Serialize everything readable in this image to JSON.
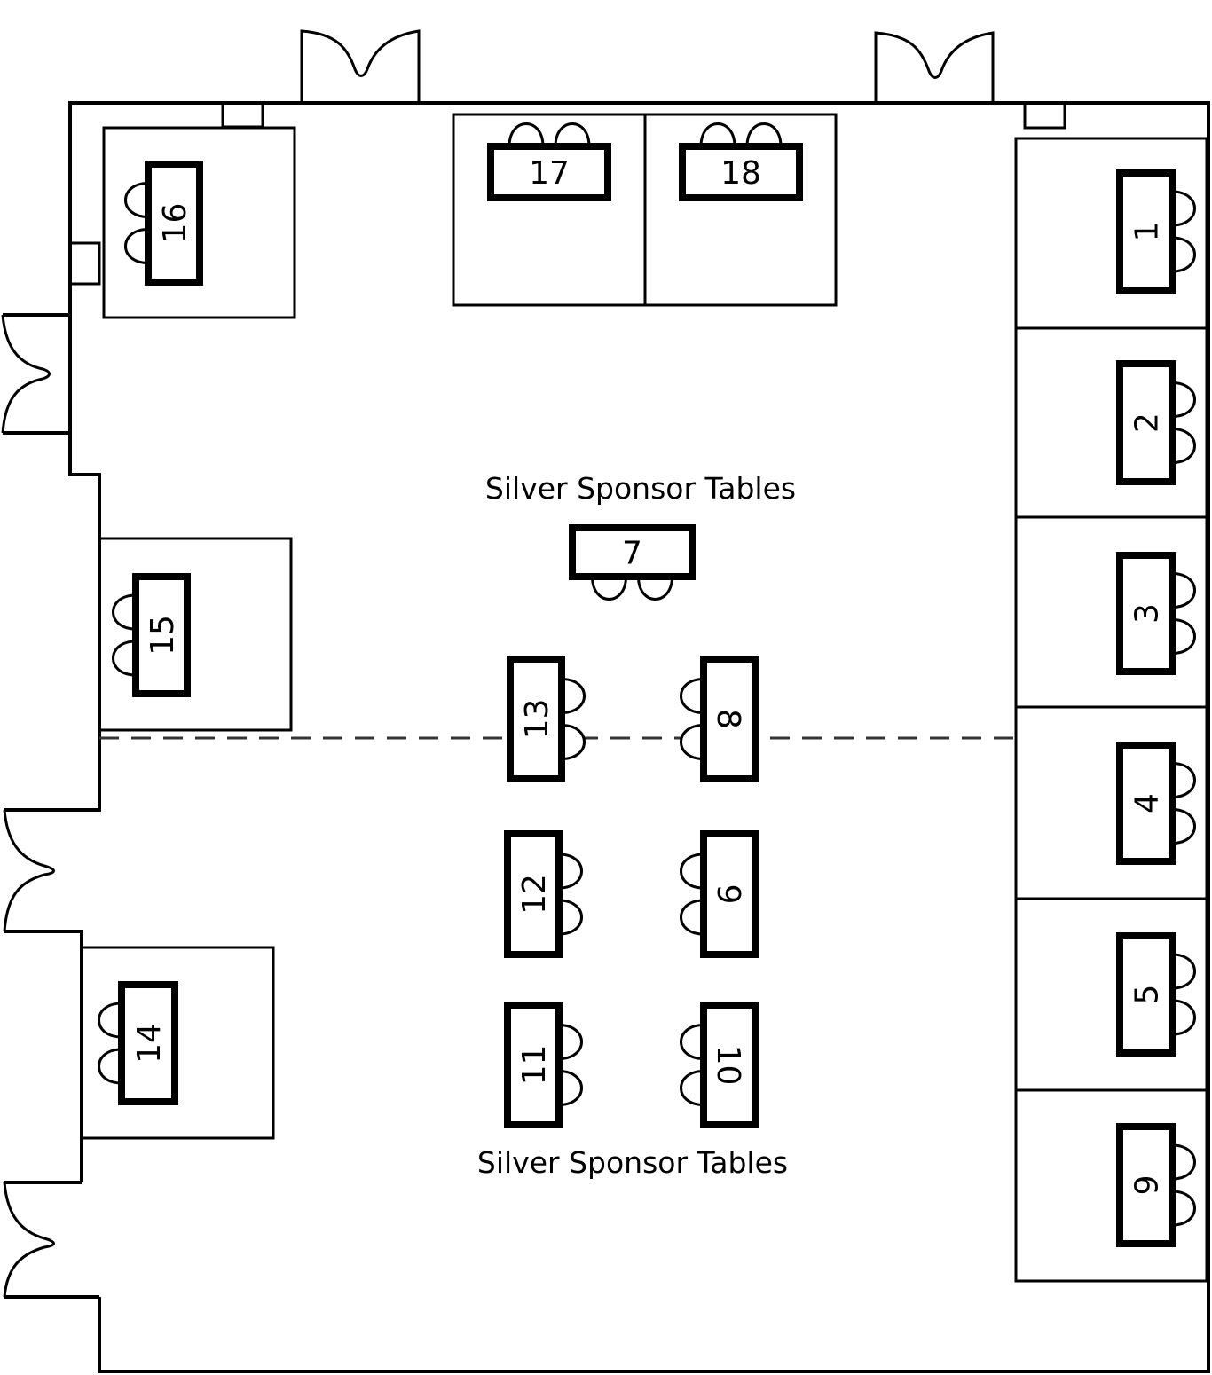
{
  "floor_plan": {
    "zone_labels": [
      "Silver Sponsor Tables",
      "Silver Sponsor Tables"
    ],
    "tables": [
      "1",
      "2",
      "3",
      "4",
      "5",
      "6",
      "7",
      "8",
      "9",
      "10",
      "11",
      "12",
      "13",
      "14",
      "15",
      "16",
      "17",
      "18"
    ]
  }
}
